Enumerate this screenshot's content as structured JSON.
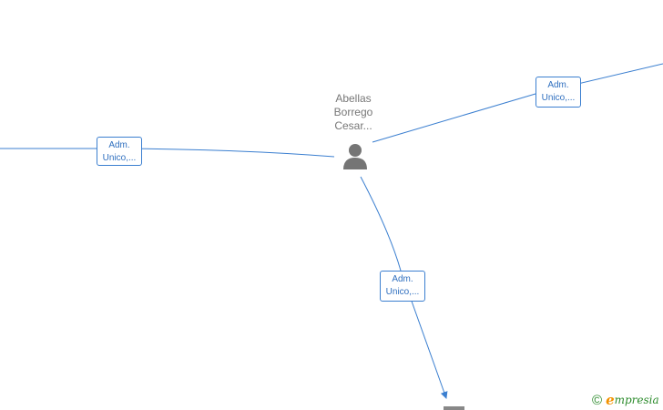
{
  "person": {
    "name_lines": [
      "Abellas",
      "Borrego",
      "Cesar..."
    ]
  },
  "relations": [
    {
      "line1": "Adm.",
      "line2": "Unico,..."
    },
    {
      "line1": "Adm.",
      "line2": "Unico,..."
    },
    {
      "line1": "Adm.",
      "line2": "Unico,..."
    }
  ],
  "brand": {
    "copyright_symbol": "©",
    "initial": "e",
    "rest": "mpresia"
  },
  "colors": {
    "edge": "#3b7fd0",
    "edge_label_text": "#2f6fbf",
    "person_icon": "#757575",
    "brand_green": "#2a8a2a",
    "brand_orange": "#f39200"
  }
}
